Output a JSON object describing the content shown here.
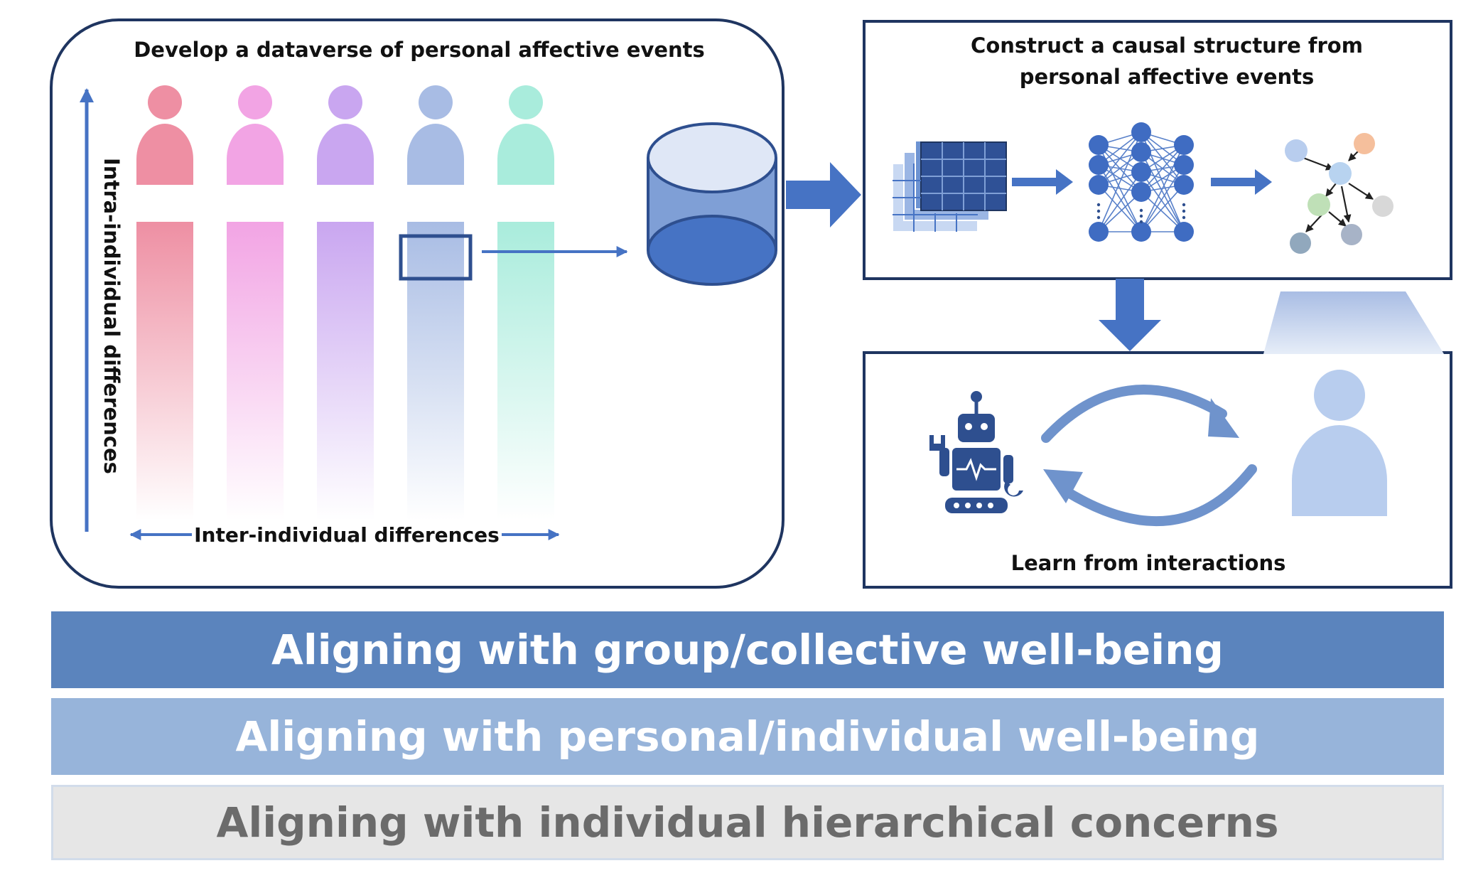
{
  "left_panel": {
    "title": "Develop a dataverse of personal affective events",
    "vertical_axis_label": "Intra-individual differences",
    "horizontal_axis_label": "Inter-individual differences",
    "person_colors": [
      "#ee8fa3",
      "#f2a4e4",
      "#c9a6f0",
      "#a8bce4",
      "#a9ecdc"
    ]
  },
  "causal_panel": {
    "title_line1": "Construct a causal structure from",
    "title_line2": "personal affective events"
  },
  "interaction_panel": {
    "label": "Learn from interactions"
  },
  "bands": {
    "group": "Aligning with group/collective well-being",
    "personal": "Aligning with personal/individual well-being",
    "hierarchical": "Aligning with individual hierarchical concerns"
  },
  "colors": {
    "dark_blue": "#2e4f8f",
    "mid_blue": "#4673c4",
    "light_blue": "#b8cdee",
    "band_group": "#5b84bd",
    "band_personal": "#97b4da",
    "band_hierarchical": "#e6e6e6"
  }
}
